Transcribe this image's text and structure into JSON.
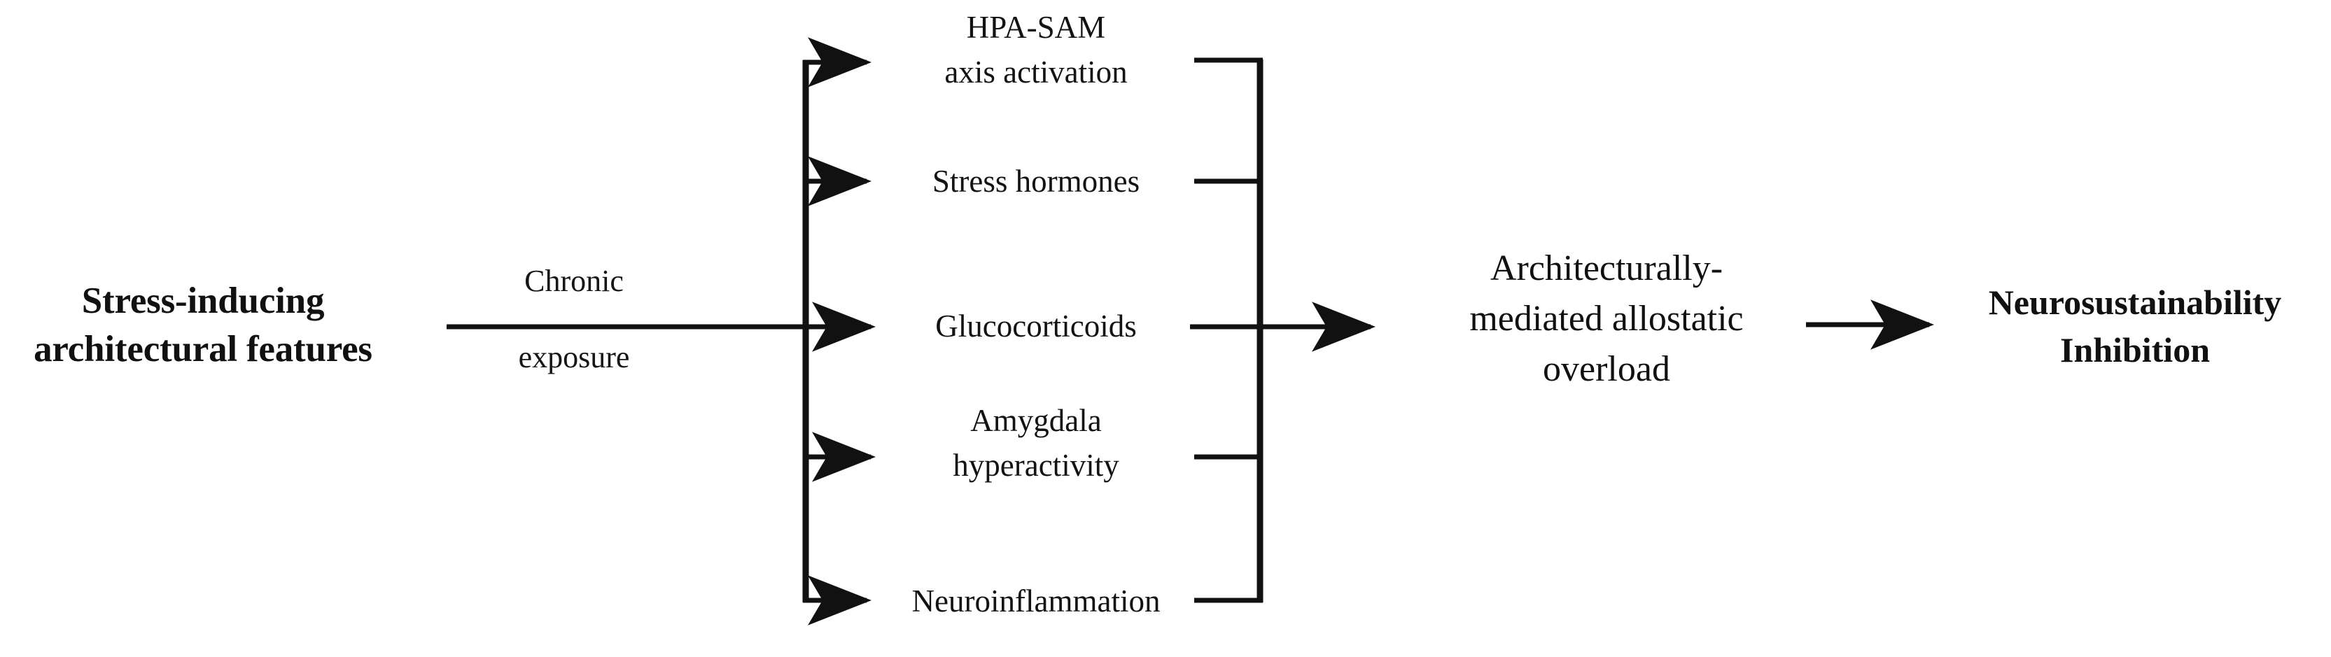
{
  "diagram": {
    "title": "Stress-inducing architectural features pathway to Neurosustainability Inhibition",
    "line_color": "#111111",
    "text_color": "#111111",
    "background": "#ffffff"
  },
  "nodes": {
    "source": {
      "label": "Stress-inducing\narchitectural features",
      "emphasis": "bold"
    },
    "outcome": {
      "label": "Architecturally-\nmediated allostatic\noverload",
      "emphasis": "regular"
    },
    "terminal": {
      "label": "Neurosustainability\nInhibition",
      "emphasis": "bold"
    }
  },
  "edges": {
    "source_to_mediators": {
      "label_above": "Chronic",
      "label_below": "exposure",
      "arrowhead": false
    },
    "mediators_to_outcome": {
      "label": "",
      "arrowhead": true
    },
    "outcome_to_terminal": {
      "label": "",
      "arrowhead": true
    }
  },
  "mediators": [
    {
      "label": "HPA-SAM\naxis activation"
    },
    {
      "label": "Stress hormones"
    },
    {
      "label": "Glucocorticoids"
    },
    {
      "label": "Amygdala\nhyperactivity"
    },
    {
      "label": "Neuroinflammation"
    }
  ]
}
